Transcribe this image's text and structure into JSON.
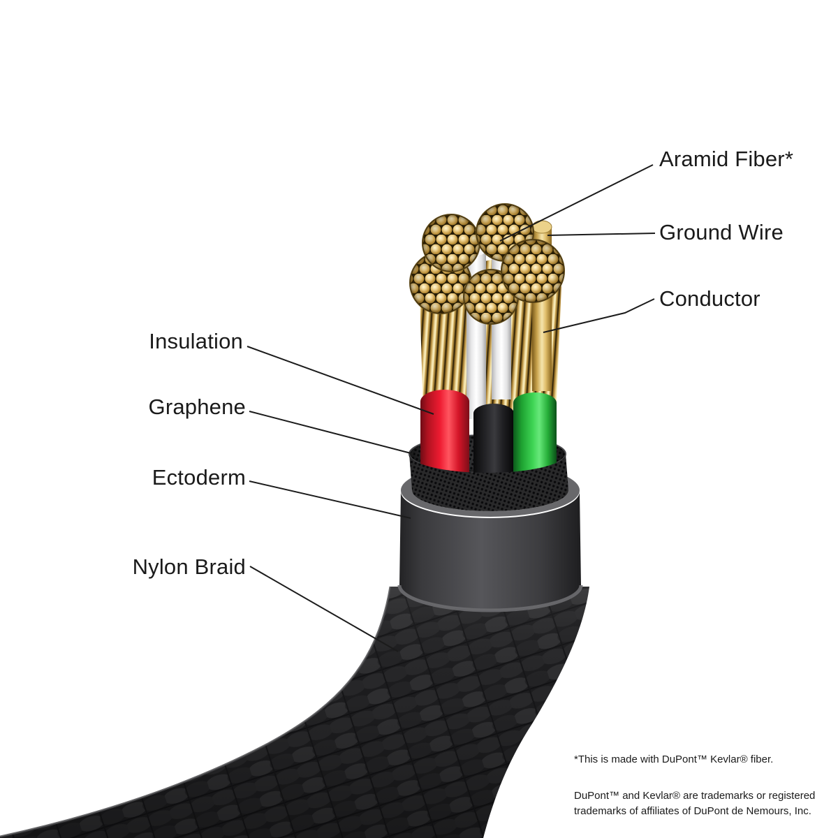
{
  "labels": {
    "aramid_fiber": "Aramid Fiber*",
    "ground_wire": "Ground Wire",
    "conductor": "Conductor",
    "insulation": "Insulation",
    "graphene": "Graphene",
    "ectoderm": "Ectoderm",
    "nylon_braid": "Nylon Braid"
  },
  "footnotes": {
    "kevlar_note": "*This is made with DuPont™ Kevlar® fiber.",
    "trademark_note_line1": "DuPont™ and Kevlar® are trademarks or registered",
    "trademark_note_line2": "trademarks of affiliates of DuPont de Nemours, Inc."
  },
  "colors": {
    "background": "#ffffff",
    "label_text": "#1a1a1a",
    "leader_line": "#1b1b1b",
    "conductor_gold": "#d9b45f",
    "insulation_red": "#ee1b31",
    "insulation_black": "#1a1a1c",
    "insulation_green": "#3ed454",
    "aramid_white": "#f2f2f2",
    "ground_wire_gold": "#e6c87c",
    "graphene_dark": "#2f2f31",
    "ectoderm_gray": "#545458",
    "nylon_braid_charcoal": "#1d1d1f"
  }
}
